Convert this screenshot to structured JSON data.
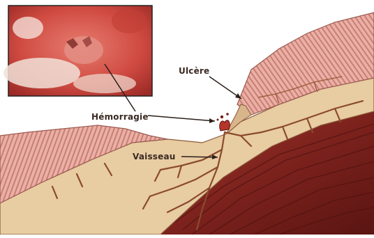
{
  "labels": {
    "ulcer": "Ulcère",
    "hemorrhage": "Hémorragie",
    "vessel": "Vaisseau"
  },
  "colors": {
    "mucosa": "#e7a39a",
    "mucosa_stripe": "#c77a72",
    "submucosa": "#e6c9a0",
    "vessel": "#8a4a2c",
    "muscle": "#8f2a24",
    "muscle_dark": "#5e1714",
    "blood": "#b5352a",
    "inset_bg": "#d9574e"
  }
}
